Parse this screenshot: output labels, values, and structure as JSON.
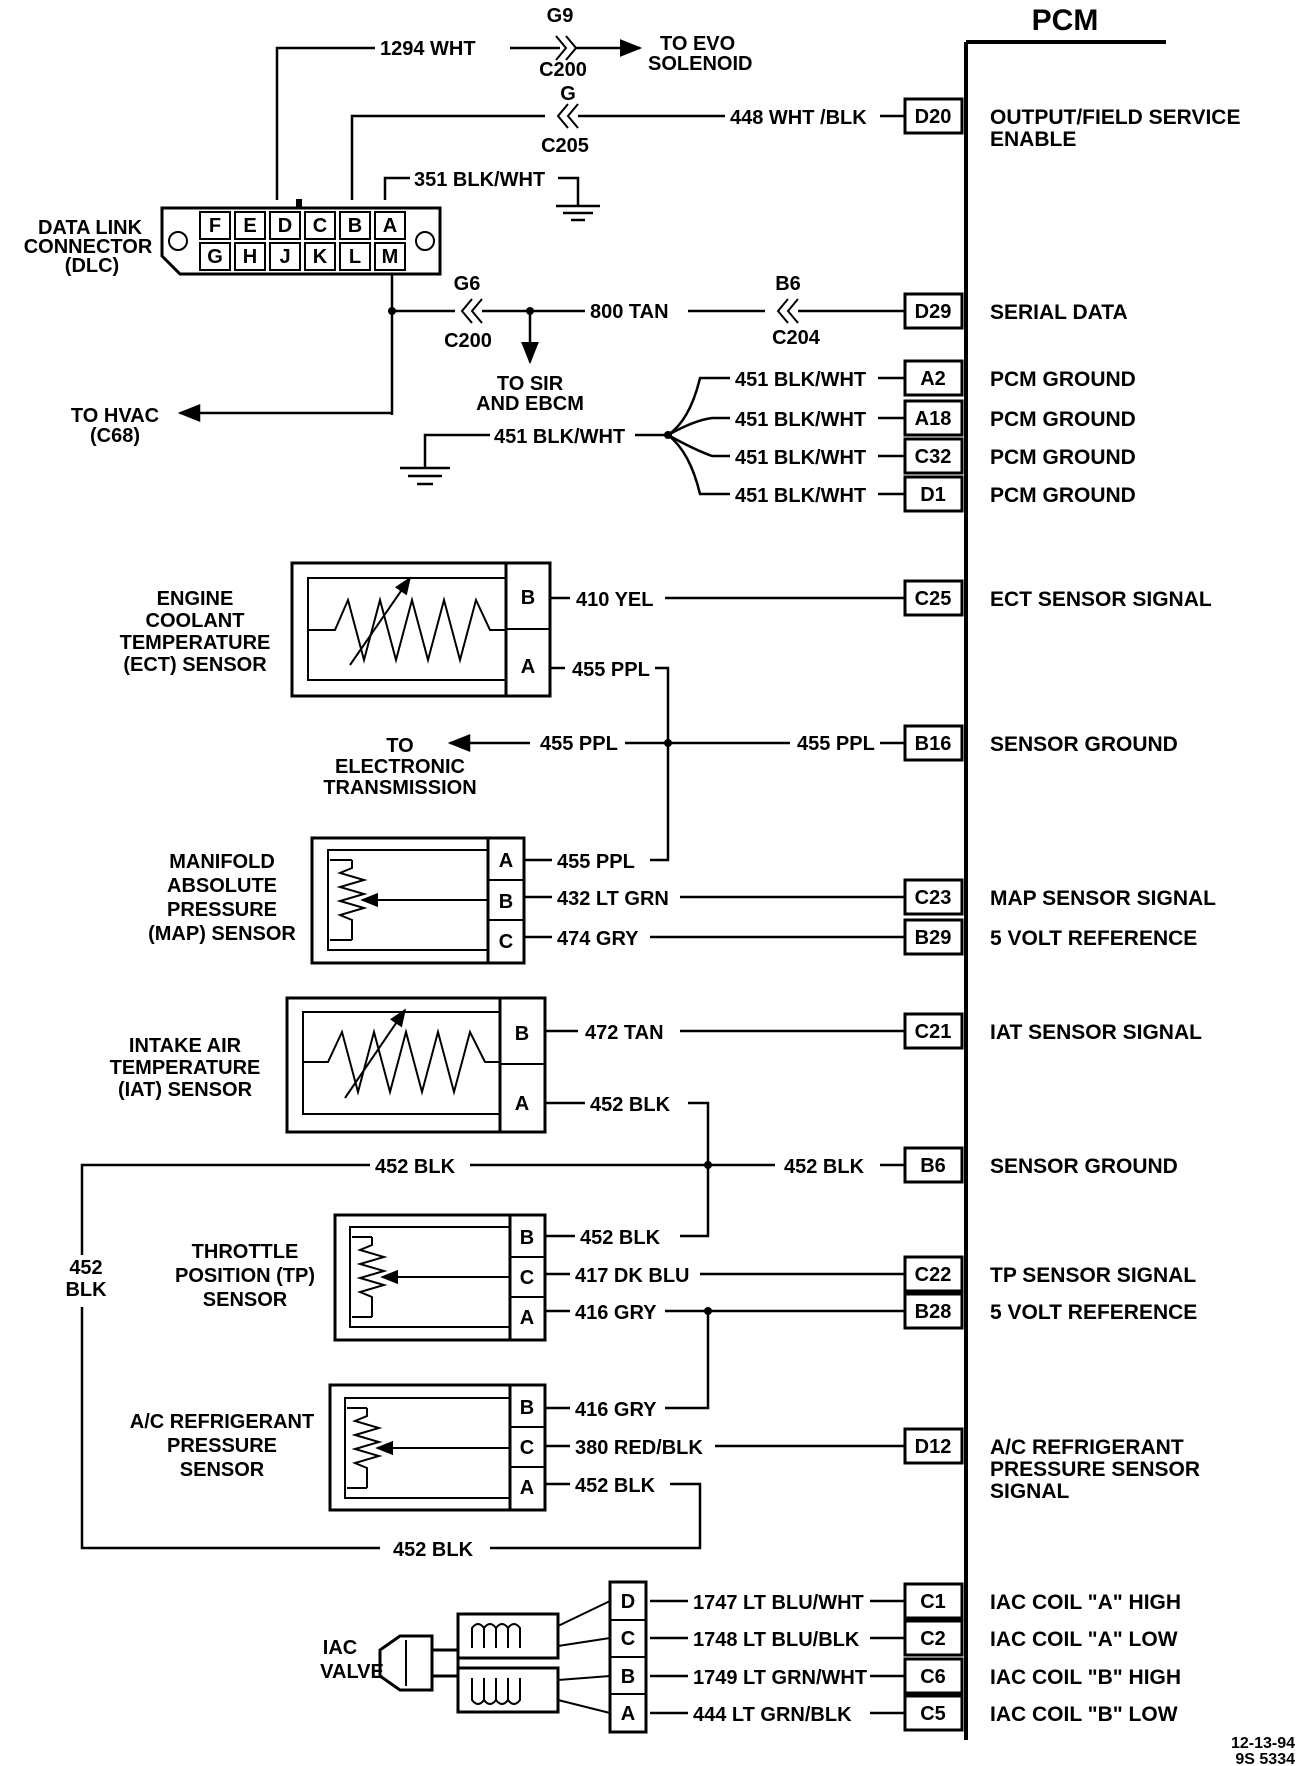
{
  "pcm_title": "PCM",
  "stamp": [
    "12-13-94",
    "9S 5334"
  ],
  "top": {
    "w1294": "1294 WHT",
    "g9": "G9",
    "c200a": "C200",
    "evo": [
      "TO EVO",
      "SOLENOID"
    ],
    "g": "G",
    "c205": "C205",
    "w448": "448 WHT /BLK",
    "w351": "351 BLK/WHT",
    "g6": "G6",
    "c200b": "C200",
    "w800": "800 TAN",
    "b6": "B6",
    "c204": "C204",
    "sir": [
      "TO SIR",
      "AND EBCM"
    ],
    "hvac": [
      "TO HVAC",
      "(C68)"
    ],
    "w451": "451 BLK/WHT"
  },
  "dlc": {
    "label": [
      "DATA LINK",
      "CONNECTOR",
      "(DLC)"
    ],
    "top_pins": [
      "F",
      "E",
      "D",
      "C",
      "B",
      "A"
    ],
    "bottom_pins": [
      "G",
      "H",
      "J",
      "K",
      "L",
      "M"
    ]
  },
  "pcm_pins": [
    {
      "pin": "D20",
      "desc": [
        "OUTPUT/FIELD SERVICE",
        "ENABLE"
      ]
    },
    {
      "pin": "D29",
      "desc": [
        "SERIAL DATA"
      ]
    },
    {
      "pin": "A2",
      "desc": [
        "PCM GROUND"
      ],
      "wire": "451 BLK/WHT"
    },
    {
      "pin": "A18",
      "desc": [
        "PCM GROUND"
      ],
      "wire": "451 BLK/WHT"
    },
    {
      "pin": "C32",
      "desc": [
        "PCM GROUND"
      ],
      "wire": "451 BLK/WHT"
    },
    {
      "pin": "D1",
      "desc": [
        "PCM GROUND"
      ],
      "wire": "451 BLK/WHT"
    },
    {
      "pin": "C25",
      "desc": [
        "ECT SENSOR SIGNAL"
      ]
    },
    {
      "pin": "B16",
      "desc": [
        "SENSOR GROUND"
      ]
    },
    {
      "pin": "C23",
      "desc": [
        "MAP SENSOR SIGNAL"
      ]
    },
    {
      "pin": "B29",
      "desc": [
        "5 VOLT REFERENCE"
      ]
    },
    {
      "pin": "C21",
      "desc": [
        "IAT SENSOR SIGNAL"
      ]
    },
    {
      "pin": "B6",
      "desc": [
        "SENSOR GROUND"
      ]
    },
    {
      "pin": "C22",
      "desc": [
        "TP SENSOR SIGNAL"
      ]
    },
    {
      "pin": "B28",
      "desc": [
        "5 VOLT REFERENCE"
      ]
    },
    {
      "pin": "D12",
      "desc": [
        "A/C REFRIGERANT",
        "PRESSURE SENSOR",
        "SIGNAL"
      ]
    },
    {
      "pin": "C1",
      "desc": [
        "IAC COIL \"A\" HIGH"
      ],
      "wire": "1747 LT BLU/WHT"
    },
    {
      "pin": "C2",
      "desc": [
        "IAC COIL \"A\" LOW"
      ],
      "wire": "1748 LT BLU/BLK"
    },
    {
      "pin": "C6",
      "desc": [
        "IAC COIL \"B\" HIGH"
      ],
      "wire": "1749 LT GRN/WHT"
    },
    {
      "pin": "C5",
      "desc": [
        "IAC COIL \"B\" LOW"
      ],
      "wire": "444 LT GRN/BLK"
    }
  ],
  "ect": {
    "label": [
      "ENGINE",
      "COOLANT",
      "TEMPERATURE",
      "(ECT) SENSOR"
    ],
    "pins": [
      "B",
      "A"
    ],
    "w410": "410 YEL",
    "w455a": "455 PPL",
    "w455b": "455 PPL",
    "w455c": "455 PPL",
    "trans": [
      "TO",
      "ELECTRONIC",
      "TRANSMISSION"
    ]
  },
  "map": {
    "label": [
      "MANIFOLD",
      "ABSOLUTE",
      "PRESSURE",
      "(MAP) SENSOR"
    ],
    "pins": [
      "A",
      "B",
      "C"
    ],
    "w455": "455 PPL",
    "w432": "432 LT GRN",
    "w474": "474 GRY"
  },
  "iat": {
    "label": [
      "INTAKE AIR",
      "TEMPERATURE",
      "(IAT) SENSOR"
    ],
    "pins": [
      "B",
      "A"
    ],
    "w472": "472 TAN",
    "w452a": "452 BLK",
    "w452b": "452 BLK",
    "w452c": "452 BLK",
    "w452v": [
      "452",
      "BLK"
    ]
  },
  "tp": {
    "label": [
      "THROTTLE",
      "POSITION (TP)",
      "SENSOR"
    ],
    "pins": [
      "B",
      "C",
      "A"
    ],
    "w452": "452 BLK",
    "w417": "417 DK BLU",
    "w416": "416 GRY"
  },
  "ac": {
    "label": [
      "A/C REFRIGERANT",
      "PRESSURE",
      "SENSOR"
    ],
    "pins": [
      "B",
      "C",
      "A"
    ],
    "w416": "416 GRY",
    "w380": "380 RED/BLK",
    "w452": "452 BLK",
    "w452b": "452 BLK"
  },
  "iac": {
    "label": [
      "IAC",
      "VALVE"
    ],
    "pins": [
      "D",
      "C",
      "B",
      "A"
    ]
  }
}
